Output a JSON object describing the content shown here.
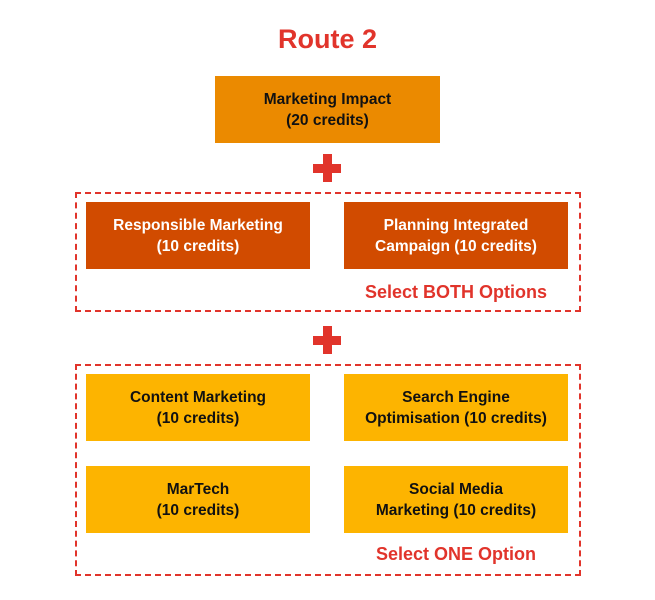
{
  "title": "Route 2",
  "core": {
    "name": "Marketing Impact",
    "credits": "(20 credits)"
  },
  "group_both": {
    "items": [
      {
        "label": "Responsible Marketing\n(10 credits)"
      },
      {
        "label": "Planning Integrated\nCampaign (10 credits)"
      }
    ],
    "note": "Select BOTH Options"
  },
  "group_one": {
    "items": [
      {
        "label": "Content Marketing\n(10 credits)"
      },
      {
        "label": "Search Engine\nOptimisation (10 credits)"
      },
      {
        "label": "MarTech\n(10 credits)"
      },
      {
        "label": "Social Media\nMarketing (10 credits)"
      }
    ],
    "note": "Select ONE Option"
  },
  "colors": {
    "accent_red": "#e1342b",
    "core": "#eb8a00",
    "required": "#d14b00",
    "optional": "#fdb400"
  }
}
